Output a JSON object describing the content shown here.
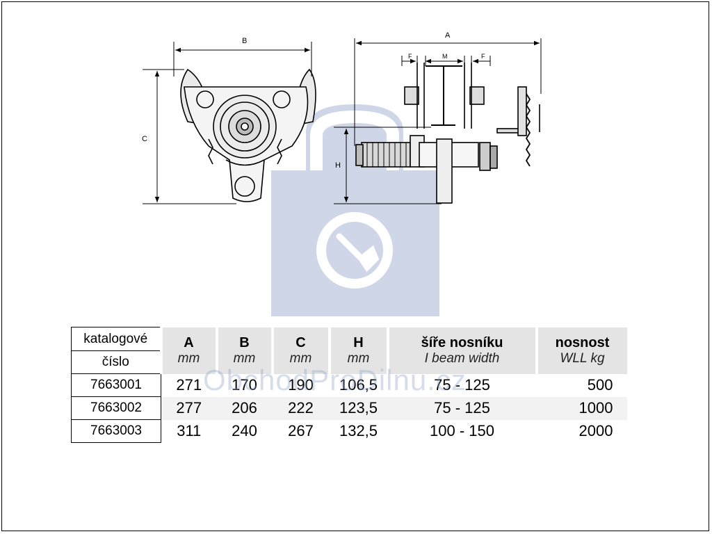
{
  "drawing": {
    "dim_labels": {
      "front_width": "B",
      "front_height": "C",
      "side_width": "A",
      "side_height": "H",
      "flange_left": "F",
      "middle": "M",
      "flange_right": "F"
    }
  },
  "watermark": {
    "text": "ObchodProDilnu.cz"
  },
  "table": {
    "code_header_line1": "katalogové",
    "code_header_line2": "číslo",
    "columns": [
      {
        "label": "A",
        "unit": "mm"
      },
      {
        "label": "B",
        "unit": "mm"
      },
      {
        "label": "C",
        "unit": "mm"
      },
      {
        "label": "H",
        "unit": "mm"
      },
      {
        "label": "šíře nosníku",
        "unit": "I beam width"
      },
      {
        "label": "nosnost",
        "unit": "WLL kg"
      }
    ],
    "rows": [
      {
        "code": "7663001",
        "values": [
          "271",
          "170",
          "190",
          "106,5",
          "75 - 125",
          "500"
        ]
      },
      {
        "code": "7663002",
        "values": [
          "277",
          "206",
          "222",
          "123,5",
          "75 - 125",
          "1000"
        ]
      },
      {
        "code": "7663003",
        "values": [
          "311",
          "240",
          "267",
          "132,5",
          "100 - 150",
          "2000"
        ]
      }
    ]
  },
  "colors": {
    "watermark": "#8aa0c8",
    "header_shade": "#e4e4e4",
    "row_shade": "#f2f2f2"
  }
}
